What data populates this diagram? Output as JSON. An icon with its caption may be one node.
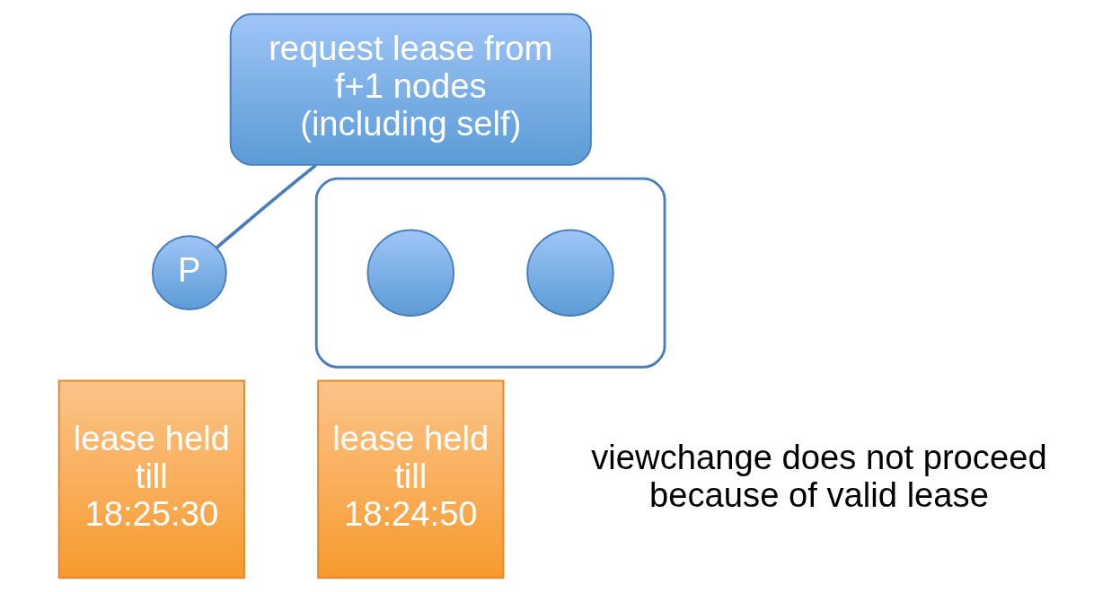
{
  "diagram": {
    "nodes": [
      {
        "text": [
          "request lease from f+1 nodes (including self)"
        ]
      },
      {
        "text": [
          "P"
        ]
      },
      {
        "text": [],
        "shape": "ellipse"
      },
      {
        "text": [],
        "shape": "circle",
        "in": 2
      },
      {
        "text": [],
        "shape": "circle",
        "in": 2
      },
      {
        "text": [
          "lease held till 18:25:30"
        ]
      },
      {
        "text": [
          "lease held till 18:24:50"
        ]
      }
    ],
    "edges": [
      {
        "from": 0,
        "to": 1,
        "arrow": "none"
      }
    ],
    "labels": [
      "viewchange does not proceed because of valid lease"
    ]
  }
}
